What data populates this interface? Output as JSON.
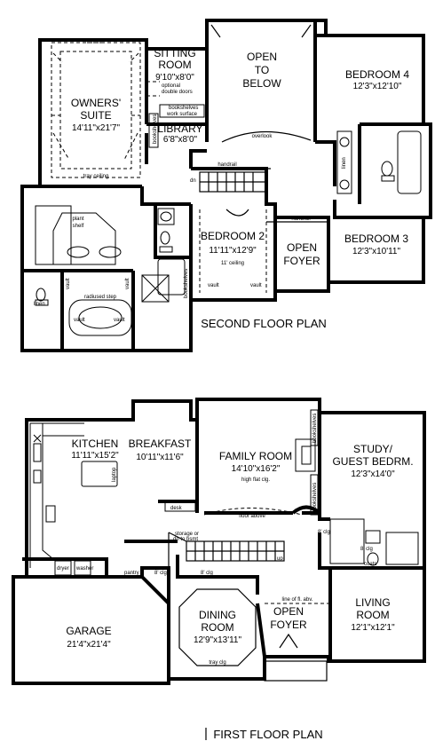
{
  "second_floor": {
    "title": "SECOND FLOOR PLAN",
    "rooms": {
      "owners_name_1": "OWNERS'",
      "owners_name_2": "SUITE",
      "owners_dim": "14'11\"x21'7\"",
      "sitting_name_1": "SITTING",
      "sitting_name_2": "ROOM",
      "sitting_dim": "9'10\"x8'0\"",
      "library_name": "LIBRARY",
      "library_dim": "6'8\"x8'0\"",
      "open_below_1": "OPEN",
      "open_below_2": "TO",
      "open_below_3": "BELOW",
      "bed4_name": "BEDROOM 4",
      "bed4_dim": "12'3\"x12'10\"",
      "bed2_name": "BEDROOM 2",
      "bed2_dim": "11'11\"x12'9\"",
      "open_foyer_1": "OPEN",
      "open_foyer_2": "FOYER",
      "bed3_name": "BEDROOM 3",
      "bed3_dim": "12'3\"x10'11\""
    },
    "notes": {
      "optional": "optional",
      "double_doors": "double doors",
      "bookshelves": "bookshelves",
      "work_surface": "work surface",
      "bookshelves_v": "bookshelves",
      "overlook": "overlook",
      "tray_ceiling": "tray ceiling",
      "handrail_top": "handrail",
      "dn": "dn",
      "plant_1": "plant",
      "plant_2": "shelf",
      "linen_1": "linen",
      "linen_2": "linen",
      "vault_1": "vault",
      "vault_2": "vault",
      "vault_3": "vault",
      "vault_4": "vault",
      "vault_5": "vault",
      "vault_6": "vault",
      "raised_step": "radiused step",
      "ceiling_11": "11' ceiling",
      "handrail_mid": "handrail",
      "bookshelves_b2": "bookshelves"
    }
  },
  "first_floor": {
    "title": "FIRST FLOOR PLAN",
    "rooms": {
      "kitchen_name": "KITCHEN",
      "kitchen_dim": "11'11\"x15'2\"",
      "breakfast_name": "BREAKFAST",
      "breakfast_dim": "10'11\"x11'6\"",
      "family_name": "FAMILY ROOM",
      "family_dim": "14'10\"x16'2\"",
      "study_name_1": "STUDY/",
      "study_name_2": "GUEST BEDRM.",
      "study_dim": "12'3\"x14'0\"",
      "garage_name": "GARAGE",
      "garage_dim": "21'4\"x21'4\"",
      "dining_name_1": "DINING",
      "dining_name_2": "ROOM",
      "dining_dim": "12'9\"x13'11\"",
      "foyer_name_1": "OPEN",
      "foyer_name_2": "FOYER",
      "living_name_1": "LIVING",
      "living_name_2": "ROOM",
      "living_dim": "12'1\"x12'1\""
    },
    "notes": {
      "high_flat": "high flat clg.",
      "laptop": "laptop",
      "desk": "desk",
      "floor_above": "floor above",
      "storage_1": "storage or",
      "storage_2": "dn to bsmt",
      "up": "up",
      "pantry": "pantry",
      "clg_8a": "8' clg",
      "clg_8b": "8' clg",
      "clg_8c": "8' clg",
      "clg_8d": "8' clg",
      "coats": "coats",
      "dryer": "dryer",
      "washer": "washer",
      "bookshelves_l": "bookshelves",
      "bookshelves_r": "bookshelves",
      "line_2nd": "line of fl. abv.",
      "tray_clg": "tray clg"
    }
  }
}
